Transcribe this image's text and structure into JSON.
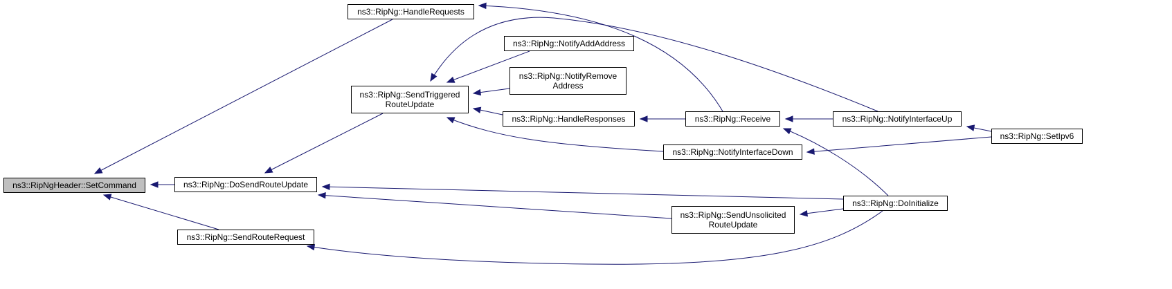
{
  "colors": {
    "edge": "#191970",
    "border": "#000000",
    "root_fill": "#bfbfbf",
    "node_fill": "#ffffff"
  },
  "nodes": {
    "setcommand": {
      "lines": [
        "ns3::RipNgHeader::SetCommand"
      ]
    },
    "handlerequests": {
      "lines": [
        "ns3::RipNg::HandleRequests"
      ]
    },
    "sendtriggered": {
      "lines": [
        "ns3::RipNg::SendTriggered",
        "RouteUpdate"
      ]
    },
    "doSendRouteUpdate": {
      "lines": [
        "ns3::RipNg::DoSendRouteUpdate"
      ]
    },
    "sendroutereq": {
      "lines": [
        "ns3::RipNg::SendRouteRequest"
      ]
    },
    "notifyaddaddress": {
      "lines": [
        "ns3::RipNg::NotifyAddAddress"
      ]
    },
    "notifyremove": {
      "lines": [
        "ns3::RipNg::NotifyRemove",
        "Address"
      ]
    },
    "handleresponses": {
      "lines": [
        "ns3::RipNg::HandleResponses"
      ]
    },
    "receive": {
      "lines": [
        "ns3::RipNg::Receive"
      ]
    },
    "notifyifdown": {
      "lines": [
        "ns3::RipNg::NotifyInterfaceDown"
      ]
    },
    "sendunsolicited": {
      "lines": [
        "ns3::RipNg::SendUnsolicited",
        "RouteUpdate"
      ]
    },
    "notifyifup": {
      "lines": [
        "ns3::RipNg::NotifyInterfaceUp"
      ]
    },
    "doinitialize": {
      "lines": [
        "ns3::RipNg::DoInitialize"
      ]
    },
    "setipv6": {
      "lines": [
        "ns3::RipNg::SetIpv6"
      ]
    }
  },
  "edges": [
    [
      "handlerequests",
      "setcommand"
    ],
    [
      "doSendRouteUpdate",
      "setcommand"
    ],
    [
      "sendroutereq",
      "setcommand"
    ],
    [
      "sendtriggered",
      "doSendRouteUpdate"
    ],
    [
      "doinitialize",
      "doSendRouteUpdate"
    ],
    [
      "sendunsolicited",
      "doSendRouteUpdate"
    ],
    [
      "notifyifup",
      "sendtriggered"
    ],
    [
      "notifyaddaddress",
      "sendtriggered"
    ],
    [
      "notifyremove",
      "sendtriggered"
    ],
    [
      "handleresponses",
      "sendtriggered"
    ],
    [
      "notifyifdown",
      "sendtriggered"
    ],
    [
      "receive",
      "handlerequests"
    ],
    [
      "receive",
      "handleresponses"
    ],
    [
      "notifyifup",
      "receive"
    ],
    [
      "doinitialize",
      "receive"
    ],
    [
      "setipv6",
      "notifyifup"
    ],
    [
      "setipv6",
      "notifyifdown"
    ],
    [
      "doinitialize",
      "sendunsolicited"
    ],
    [
      "doinitialize",
      "sendroutereq"
    ]
  ]
}
